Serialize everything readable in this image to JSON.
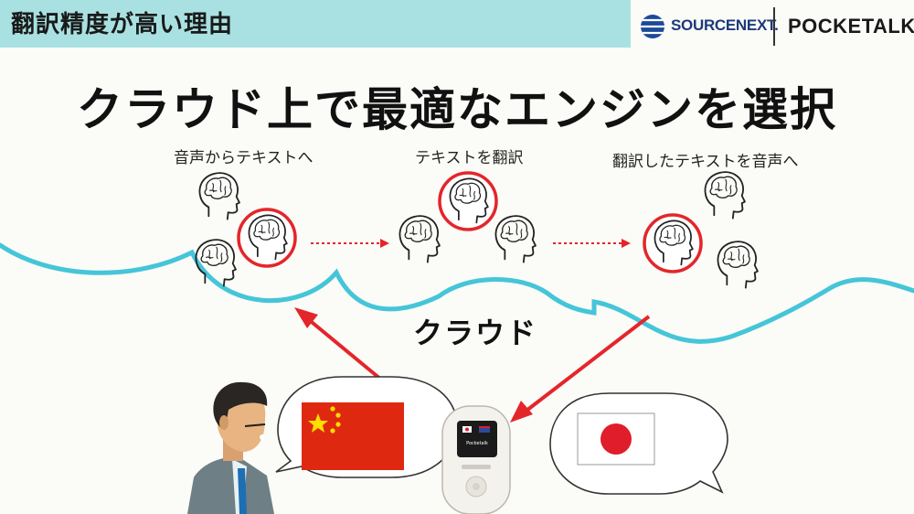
{
  "header": {
    "banner_title": "翻訳精度が高い理由",
    "sourcenext_logo": "SOURCENEXT.",
    "pocketalk_logo": "POCKETALK"
  },
  "headline": "クラウド上で最適なエンジンを選択",
  "steps": [
    {
      "label": "音声からテキストへ"
    },
    {
      "label": "テキストを翻訳"
    },
    {
      "label": "翻訳したテキストを音声へ"
    }
  ],
  "cloud_label": "クラウド",
  "device": {
    "screen_text": "Pocketalk"
  },
  "colors": {
    "banner": "#a9e1e2",
    "cloud_line": "#45c5d8",
    "accent_red": "#e3262a",
    "china_flag": "#de2910",
    "japan_circle": "#e01d2b"
  },
  "icons": [
    "brain-head-icon",
    "china-flag-icon",
    "japan-flag-icon",
    "speaker-person-icon",
    "pocketalk-device-icon"
  ]
}
